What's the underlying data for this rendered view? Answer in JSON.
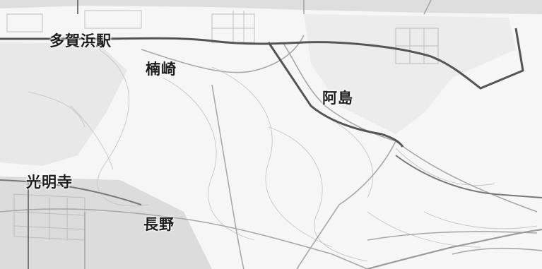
{
  "map": {
    "labels": {
      "station": "多賀浜駅",
      "kusugasaki": "楠崎",
      "ajima": "阿島",
      "komyoji": "光明寺",
      "nagano": "長野"
    },
    "colors": {
      "background": "#f6f6f6",
      "railway": "#555555",
      "roads": "#a8a8a8",
      "urban": "#c9c9c9",
      "text": "#1d1d1d"
    }
  }
}
